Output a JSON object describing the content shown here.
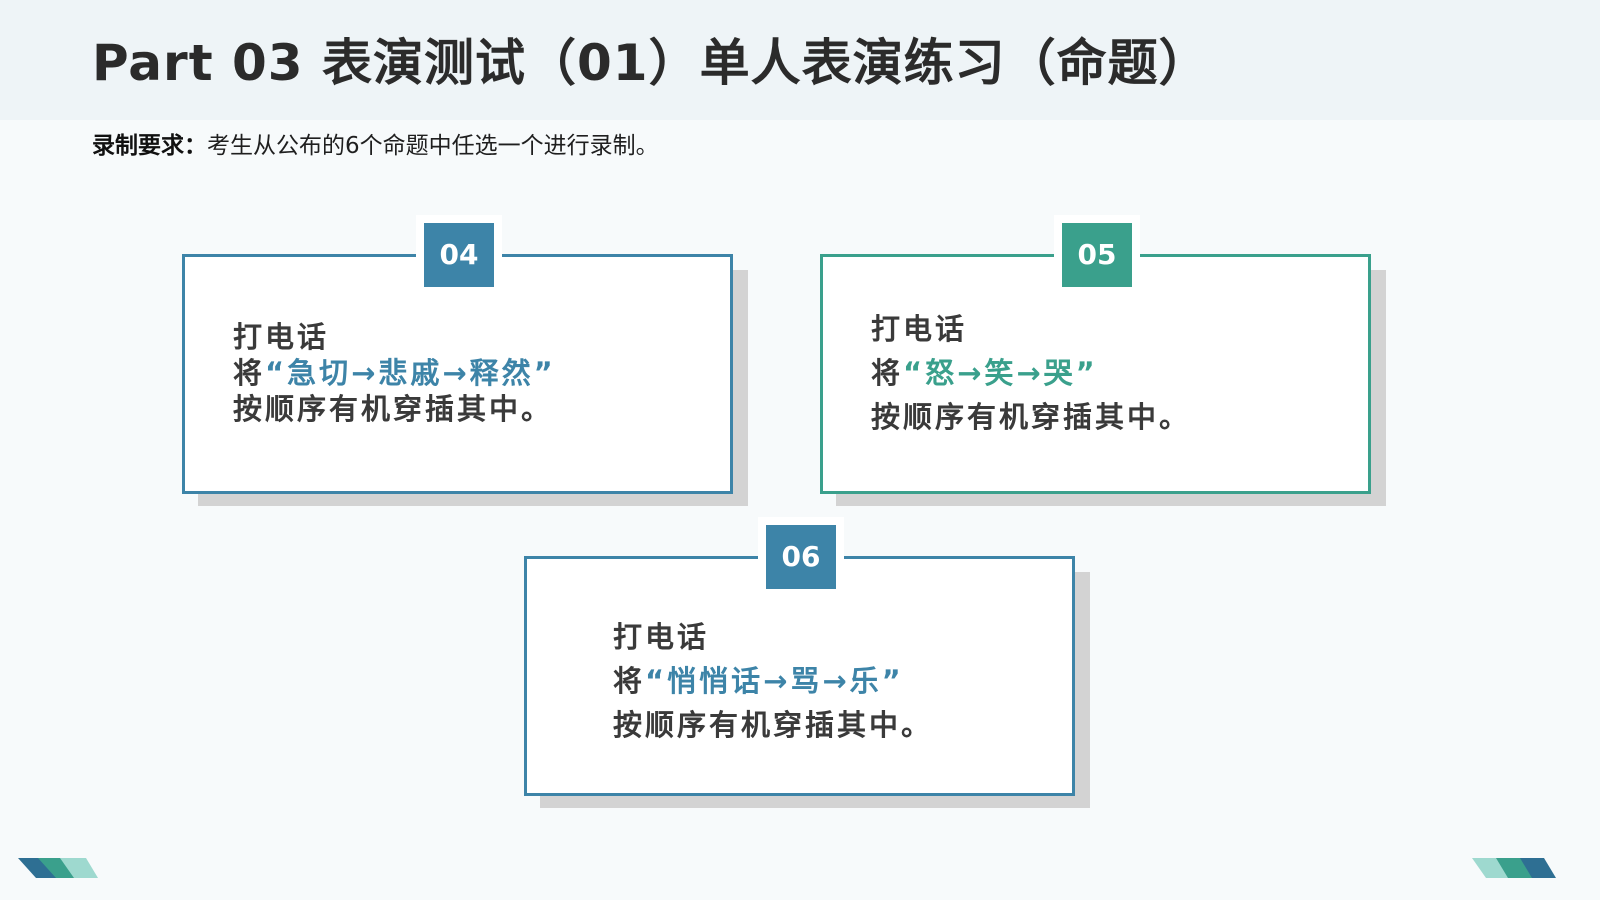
{
  "header": {
    "title": "Part 03 表演测试（01）单人表演练习（命题）"
  },
  "requirement": {
    "label": "录制要求：",
    "text": "考生从公布的6个命题中任选一个进行录制。"
  },
  "cards": [
    {
      "number": "04",
      "line1": "打电话",
      "line2_prefix": "将",
      "line2_highlight": "“急切→悲戚→释然”",
      "line3": "按顺序有机穿插其中。"
    },
    {
      "number": "05",
      "line1": "打电话",
      "line2_prefix": "将",
      "line2_highlight": "“怒→笑→哭”",
      "line3": "按顺序有机穿插其中。"
    },
    {
      "number": "06",
      "line1": "打电话",
      "line2_prefix": "将",
      "line2_highlight": "“悄悄话→骂→乐”",
      "line3": "按顺序有机穿插其中。"
    }
  ],
  "colors": {
    "blue_accent": "#3d84a8",
    "teal_accent": "#3aa08c",
    "title_band": "#eef4f7",
    "shadow": "#d3d3d3"
  }
}
